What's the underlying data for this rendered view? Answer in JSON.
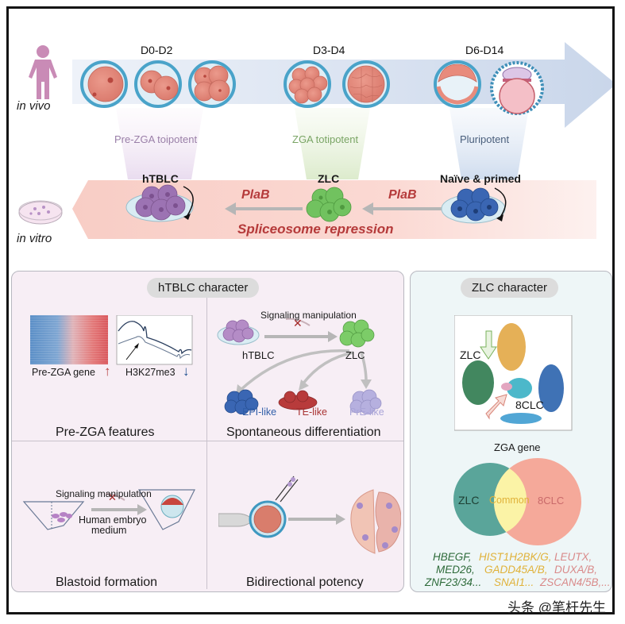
{
  "top": {
    "in_vivo_label": "in vivo",
    "in_vitro_label": "in vitro",
    "stages": [
      {
        "label": "D0-D2"
      },
      {
        "label": "D3-D4"
      },
      {
        "label": "D6-D14"
      }
    ],
    "potency": [
      {
        "label": "Pre-ZGA toipotent",
        "color": "#9a7fa8"
      },
      {
        "label": "ZGA totipotent",
        "color": "#7aa565"
      },
      {
        "label": "Pluripotent",
        "color": "#4a5f7c"
      }
    ],
    "cell_types": [
      {
        "label": "hTBLC",
        "color": "#9b6fb0"
      },
      {
        "label": "ZLC",
        "color": "#6cbf5a"
      },
      {
        "label": "Naïve & primed",
        "color": "#2f5da8"
      }
    ],
    "treatment_label_1": "PlaB",
    "treatment_label_2": "PlaB",
    "process_label": "Spliceosome repression",
    "accent_red": "#b53a3a"
  },
  "hTBLC_panel": {
    "title": "hTBLC character",
    "pre_zga": {
      "heatmap_label": "Pre-ZGA gene",
      "heatmap_trend": "up",
      "chip_label": "H3K27me3",
      "chip_trend": "down",
      "caption": "Pre-ZGA features"
    },
    "spontaneous": {
      "signal_label": "Signaling manipulation",
      "from_label": "hTBLC",
      "to_label": "ZLC",
      "outcomes": [
        {
          "label": "EPI-like",
          "color": "#2f5da8"
        },
        {
          "label": "TE-like",
          "color": "#a83232"
        },
        {
          "label": "PrE-like",
          "color": "#a9a4d8"
        }
      ],
      "caption": "Spontaneous differentiation"
    },
    "blastoid": {
      "signal_label": "Signaling manipulation",
      "medium_line1": "Human embryo",
      "medium_line2": "medium",
      "caption": "Blastoid formation"
    },
    "bidirectional": {
      "caption": "Bidirectional potency"
    }
  },
  "ZLC_panel": {
    "title": "ZLC character",
    "umap": {
      "label_zlc": "ZLC",
      "label_8clc": "8CLC"
    },
    "venn": {
      "title": "ZGA gene",
      "left": "ZLC",
      "center": "Common",
      "right": "8CLC",
      "left_color": "#5aa59a",
      "right_color": "#f5a99a",
      "center_color": "#fbf3a6"
    },
    "genes": {
      "zlc": [
        "HBEGF,",
        "MED26,",
        "ZNF23/34..."
      ],
      "common": [
        "HIST1H2BK/G,",
        "GADD45A/B,",
        "SNAI1..."
      ],
      "clc8": [
        "LEUTX,",
        "DUXA/B,",
        "ZSCAN4/5B,..."
      ],
      "zlc_color": "#2e6b3a",
      "common_color": "#e0b23a",
      "clc8_color": "#d98a8a"
    }
  },
  "watermark": "头条 @笔杆先生"
}
